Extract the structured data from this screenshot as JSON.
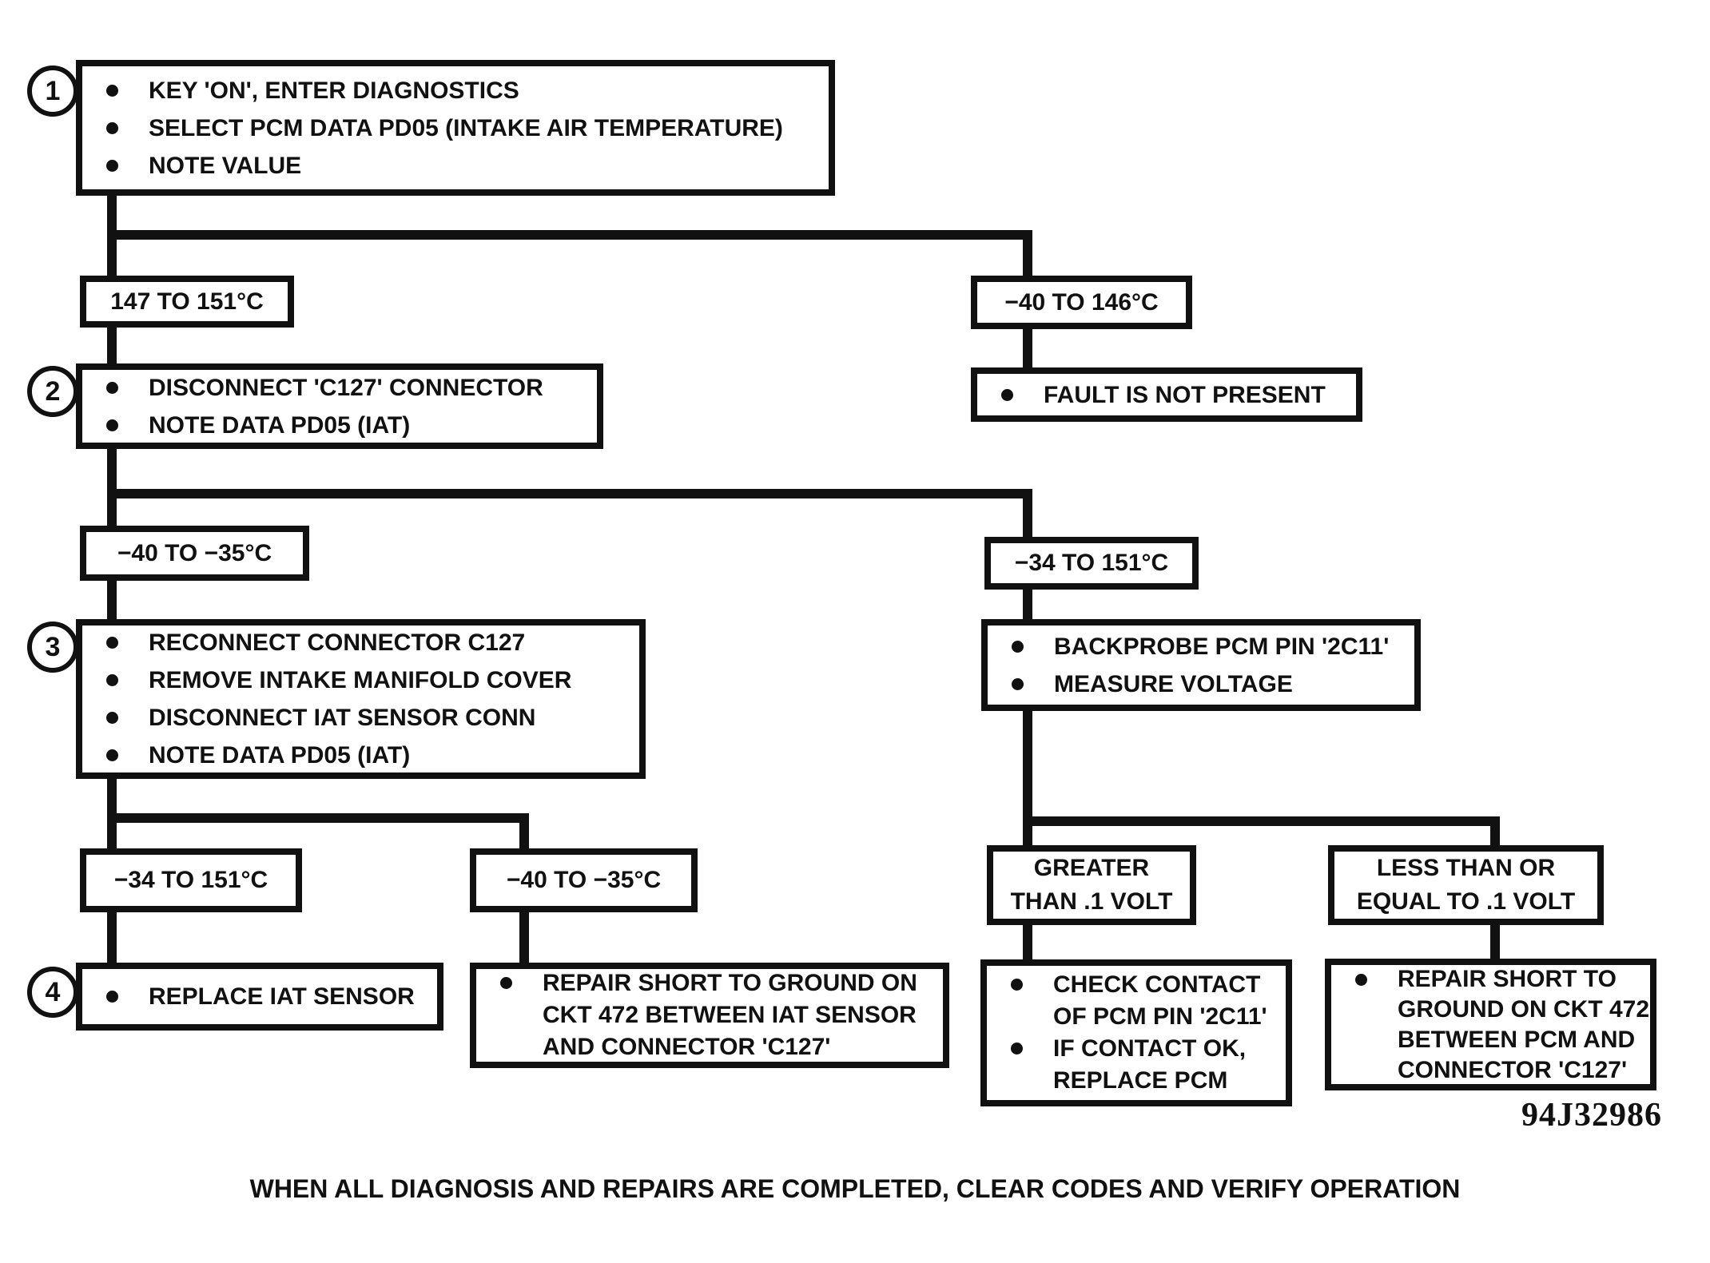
{
  "nodes": {
    "step1": {
      "number": "1",
      "bullets": [
        "KEY 'ON', ENTER DIAGNOSTICS",
        "SELECT PCM DATA PD05 (INTAKE AIR TEMPERATURE)",
        "NOTE VALUE"
      ]
    },
    "label_147_151": "147 TO 151°C",
    "label_m40_146": "−40 TO 146°C",
    "step2": {
      "number": "2",
      "bullets": [
        "DISCONNECT 'C127' CONNECTOR",
        "NOTE DATA PD05 (IAT)"
      ]
    },
    "fault": {
      "bullet": "FAULT IS NOT PRESENT"
    },
    "label_m40_m35_a": "−40 TO −35°C",
    "label_m34_151_a": "−34 TO 151°C",
    "step3": {
      "number": "3",
      "bullets": [
        "RECONNECT CONNECTOR C127",
        "REMOVE INTAKE MANIFOLD COVER",
        "DISCONNECT IAT SENSOR CONN",
        "NOTE DATA PD05 (IAT)"
      ]
    },
    "backprobe": {
      "bullets": [
        "BACKPROBE PCM PIN '2C11'",
        "MEASURE VOLTAGE"
      ]
    },
    "label_m34_151_b": "−34 TO 151°C",
    "label_m40_m35_b": "−40 TO −35°C",
    "greater": {
      "lines": [
        "GREATER",
        "THAN .1 VOLT"
      ]
    },
    "less": {
      "lines": [
        "LESS THAN OR",
        "EQUAL TO .1 VOLT"
      ]
    },
    "step4": {
      "number": "4",
      "bullet": "REPLACE IAT SENSOR"
    },
    "repair_iat": {
      "lines": [
        "REPAIR SHORT TO GROUND ON",
        "CKT 472 BETWEEN IAT SENSOR",
        "AND CONNECTOR 'C127'"
      ]
    },
    "check_contact": {
      "bullet1": [
        "CHECK CONTACT",
        "OF PCM PIN '2C11'"
      ],
      "bullet2": [
        "IF CONTACT OK,",
        "REPLACE PCM"
      ]
    },
    "repair_pcm": {
      "lines": [
        "REPAIR SHORT TO",
        "GROUND ON CKT 472",
        "BETWEEN PCM AND",
        "CONNECTOR 'C127'"
      ]
    }
  },
  "figure_code": "94J32986",
  "footer": "WHEN ALL DIAGNOSIS AND REPAIRS ARE COMPLETED, CLEAR CODES AND VERIFY OPERATION",
  "colors": {
    "ink": "#111111",
    "paper": "#ffffff"
  }
}
